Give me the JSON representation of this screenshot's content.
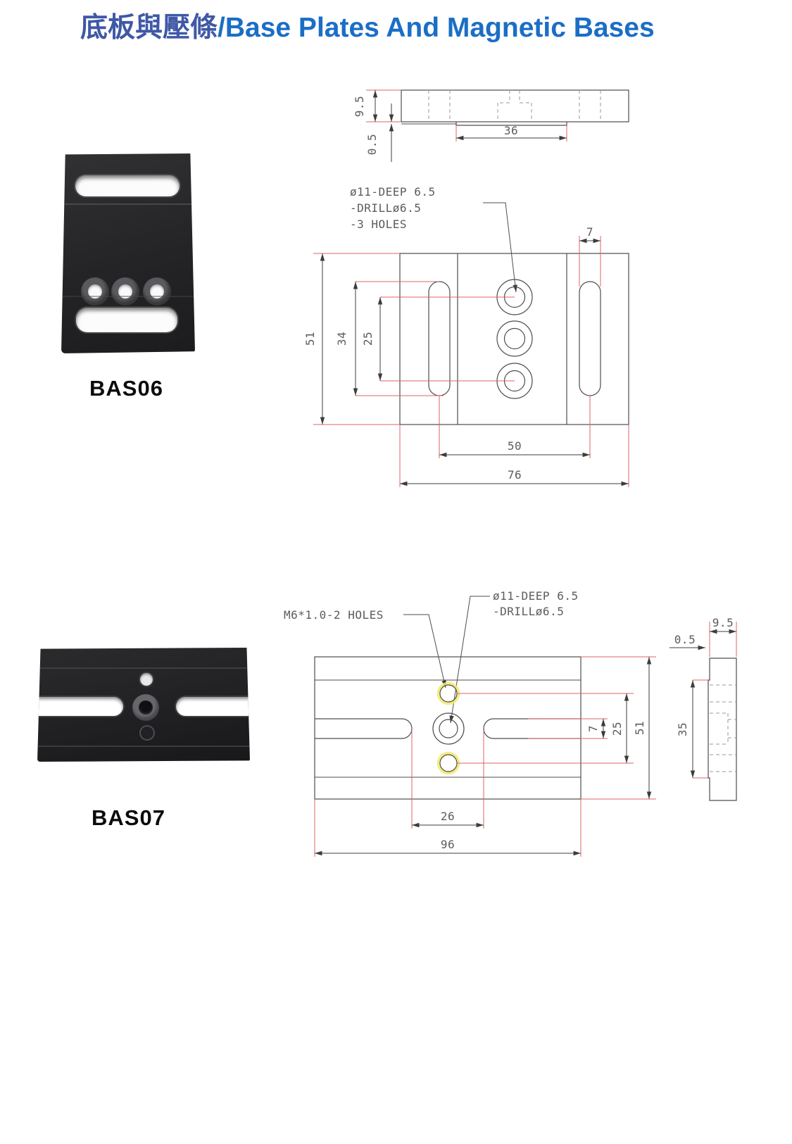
{
  "title": {
    "zh": "底板與壓條",
    "slash": "/",
    "en": "Base Plates And Magnetic Bases"
  },
  "bas06": {
    "label": "BAS06",
    "callout": {
      "line1": "ø11-DEEP 6.5",
      "line2": "-DRILLø6.5",
      "line3": "-3 HOLES"
    },
    "dims": {
      "thickness": "9.5",
      "step": "0.5",
      "boss_width": "36",
      "height": "51",
      "slot_length": "34",
      "hole_pitch": "25",
      "slot_width": "7",
      "slot_pitch": "50",
      "width": "76"
    }
  },
  "bas07": {
    "label": "BAS07",
    "callout_threads": "M6*1.0-2 HOLES",
    "callout_bore": {
      "line1": "ø11-DEEP 6.5",
      "line2": "-DRILLø6.5"
    },
    "dims": {
      "slot_width": "7",
      "hole_pitch": "25",
      "height": "51",
      "slot_gap": "26",
      "width": "96",
      "thickness": "9.5",
      "step": "0.5",
      "boss_height": "35"
    }
  }
}
